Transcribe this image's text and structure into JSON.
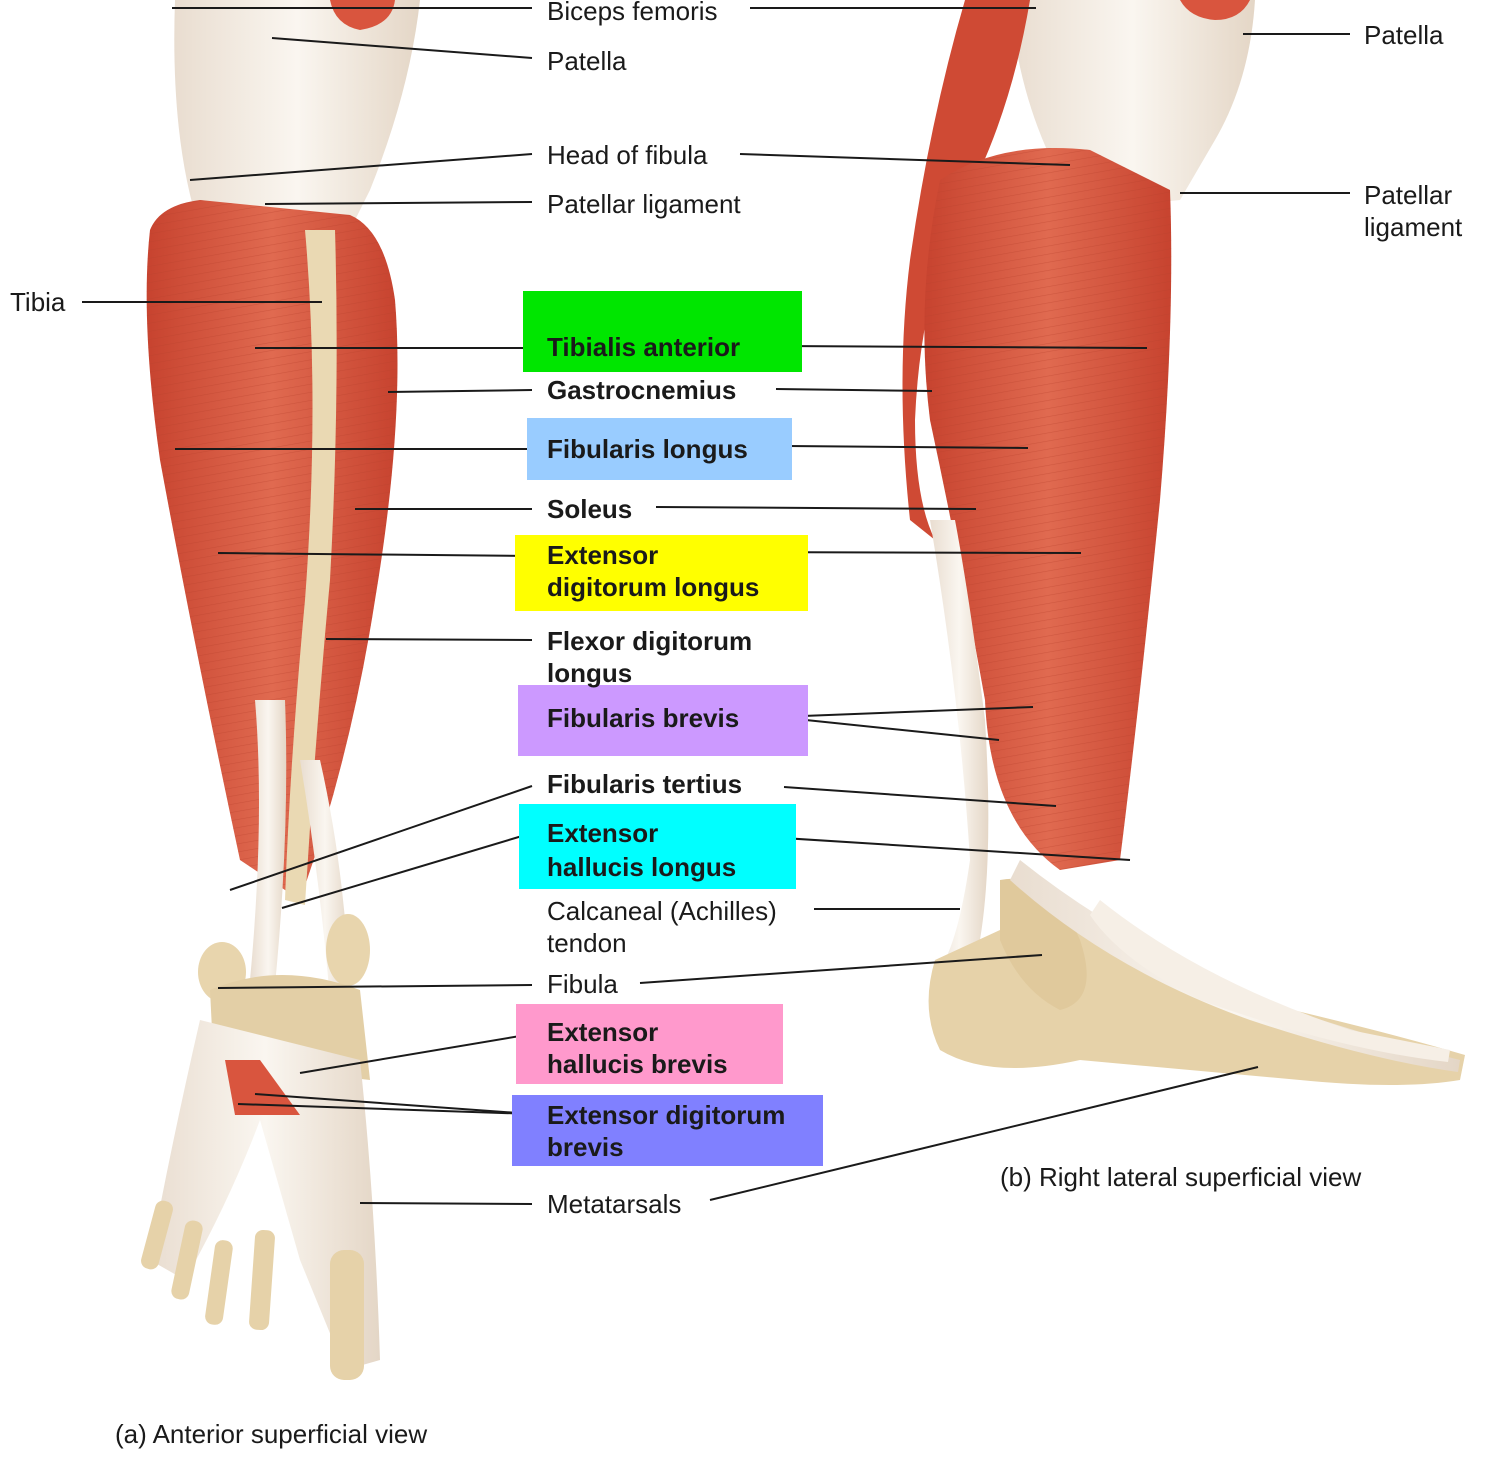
{
  "captions": {
    "anterior": "(a) Anterior superficial view",
    "lateral": "(b) Right lateral superficial view"
  },
  "labels": {
    "biceps_femoris": "Biceps femoris",
    "patella_center": "Patella",
    "head_of_fibula": "Head of fibula",
    "patellar_ligament_center": "Patellar ligament",
    "tibia": "Tibia",
    "tibialis_anterior": "Tibialis anterior",
    "gastrocnemius": "Gastrocnemius",
    "fibularis_longus": "Fibularis longus",
    "soleus": "Soleus",
    "extensor_digitorum_longus": "Extensor\ndigitorum longus",
    "flexor_digitorum_longus": "Flexor digitorum\nlongus",
    "fibularis_brevis": "Fibularis brevis",
    "fibularis_tertius": "Fibularis tertius",
    "extensor_hallucis_longus": "Extensor\nhallucis longus",
    "calcaneal_tendon": "Calcaneal (Achilles)\ntendon",
    "fibula": "Fibula",
    "extensor_hallucis_brevis": "Extensor\nhallucis brevis",
    "extensor_digitorum_brevis": "Extensor digitorum\nbrevis",
    "metatarsals": "Metatarsals",
    "patella_right": "Patella",
    "patellar_ligament_right": "Patellar\nligament"
  },
  "colors": {
    "tibialis_anterior": "#00e600",
    "fibularis_longus": "#99ccff",
    "extensor_digitorum_longus": "#ffff00",
    "fibularis_brevis": "#cc99ff",
    "extensor_hallucis_longus": "#00ffff",
    "extensor_hallucis_brevis": "#ff99cc",
    "extensor_digitorum_brevis": "#8080ff",
    "muscle": "#d9553e",
    "tendon": "#f1e9de",
    "bone": "#e8d5ad"
  }
}
